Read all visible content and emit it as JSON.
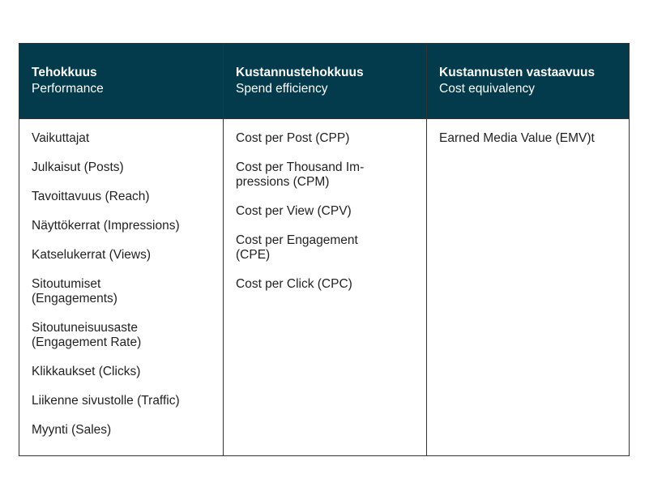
{
  "columns": [
    {
      "title": "Tehokkuus",
      "subtitle": "Performance",
      "items": [
        "Vaikuttajat",
        "Julkaisut (Posts)",
        "Tavoittavuus (Reach)",
        "Näyttökerrat (Impressions)",
        "Katselukerrat (Views)",
        "Sitoutumiset\n(Engagements)",
        "Sitoutuneisuusaste\n(Engagement Rate)",
        "Klikkaukset (Clicks)",
        "Liikenne sivustolle (Traffic)",
        "Myynti (Sales)"
      ]
    },
    {
      "title": "Kustannustehokkuus",
      "subtitle": "Spend efficiency",
      "items": [
        "Cost per Post (CPP)",
        "Cost per Thousand Im-\npressions (CPM)",
        "Cost per View (CPV)",
        "Cost per Engagement\n(CPE)",
        "Cost per Click (CPC)"
      ]
    },
    {
      "title": "Kustannusten vastaavuus",
      "subtitle": "Cost equivalency",
      "items": [
        "Earned Media Value (EMV)t"
      ]
    }
  ],
  "colors": {
    "header_bg": "#033a4c",
    "header_text": "#ffffff"
  }
}
